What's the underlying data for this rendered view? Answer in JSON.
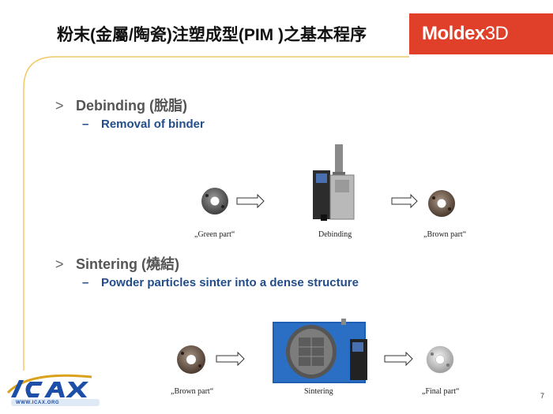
{
  "slide": {
    "title": "粉末(金屬/陶瓷)注塑成型(PIM )之基本程序",
    "brand": {
      "name_a": "Moldex",
      "name_b": "3D",
      "color": "#e0402a"
    },
    "page_number": "7",
    "footer_logo": {
      "url_text": "WWW.ICAX.ORG"
    }
  },
  "debinding": {
    "heading": "Debinding (脫脂)",
    "subpoint": "Removal of binder",
    "captions": [
      "„Green part“",
      "Debinding",
      "„Brown part“"
    ]
  },
  "sintering": {
    "heading": "Sintering (燒結)",
    "subpoint": "Powder particles sinter into a dense structure",
    "captions": [
      "„Brown part“",
      "Sintering",
      "„Final part“"
    ]
  },
  "bullet_marks": {
    "level1": ">",
    "level2": "–"
  },
  "colors": {
    "accent_blue": "#234d8a",
    "arc": "#f2c86a"
  }
}
